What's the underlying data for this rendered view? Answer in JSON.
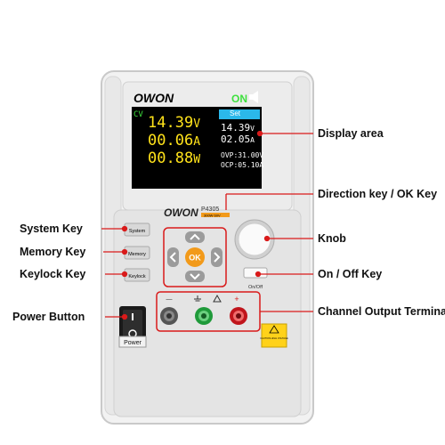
{
  "device": {
    "brand": "OWON",
    "model": "P4305",
    "model_sub": "300W 60V",
    "status_on": "ON",
    "power_button_label": "Power",
    "caution_label": "CAUTION HIGH VOLTAGE"
  },
  "display": {
    "mode": "CV",
    "voltage": "14.39",
    "voltage_unit": "V",
    "current": "00.06",
    "current_unit": "A",
    "power": "00.88",
    "power_unit": "W",
    "set_tab": "Set",
    "set_voltage": "14.39",
    "set_voltage_unit": "V",
    "set_current": "02.05",
    "set_current_unit": "A",
    "ovp_label": "OVP:",
    "ovp_value": "31.00",
    "ovp_unit": "V",
    "ocp_label": "OCP:",
    "ocp_value": "05.10",
    "ocp_unit": "A"
  },
  "keys": {
    "system": "System",
    "memory": "Memory",
    "keylock": "Keylock",
    "ok": "OK",
    "on_off": "On/Off"
  },
  "terminals": {
    "minus": "—",
    "plus": "+"
  },
  "callouts": {
    "display_area": "Display area",
    "direction_key": "Direction key / OK Key",
    "knob": "Knob",
    "on_off_key": "On / Off Key",
    "channel_output": "Channel Output Terminal",
    "system_key": "System Key",
    "memory_key": "Memory Key",
    "keylock_key": "Keylock Key",
    "power_button": "Power Button"
  },
  "colors": {
    "callout_line": "#d91a1a",
    "ok_button": "#f29a1a",
    "lcd_yellow": "#ffe21a",
    "lcd_green": "#3ee03e",
    "lcd_cyan": "#2bb8ea"
  }
}
